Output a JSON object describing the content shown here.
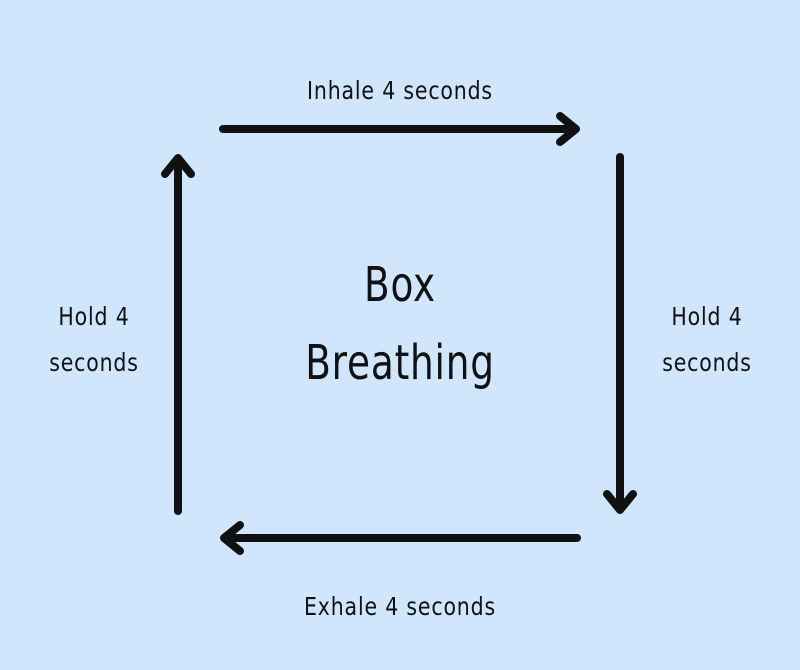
{
  "diagram": {
    "title_line1": "Box",
    "title_line2": "Breathing",
    "top": "Inhale 4 seconds",
    "right_line1": "Hold 4",
    "right_line2": "seconds",
    "bottom": "Exhale 4 seconds",
    "left_line1": "Hold 4",
    "left_line2": "seconds"
  },
  "colors": {
    "background": "#cfe6fc",
    "ink": "#111111"
  }
}
